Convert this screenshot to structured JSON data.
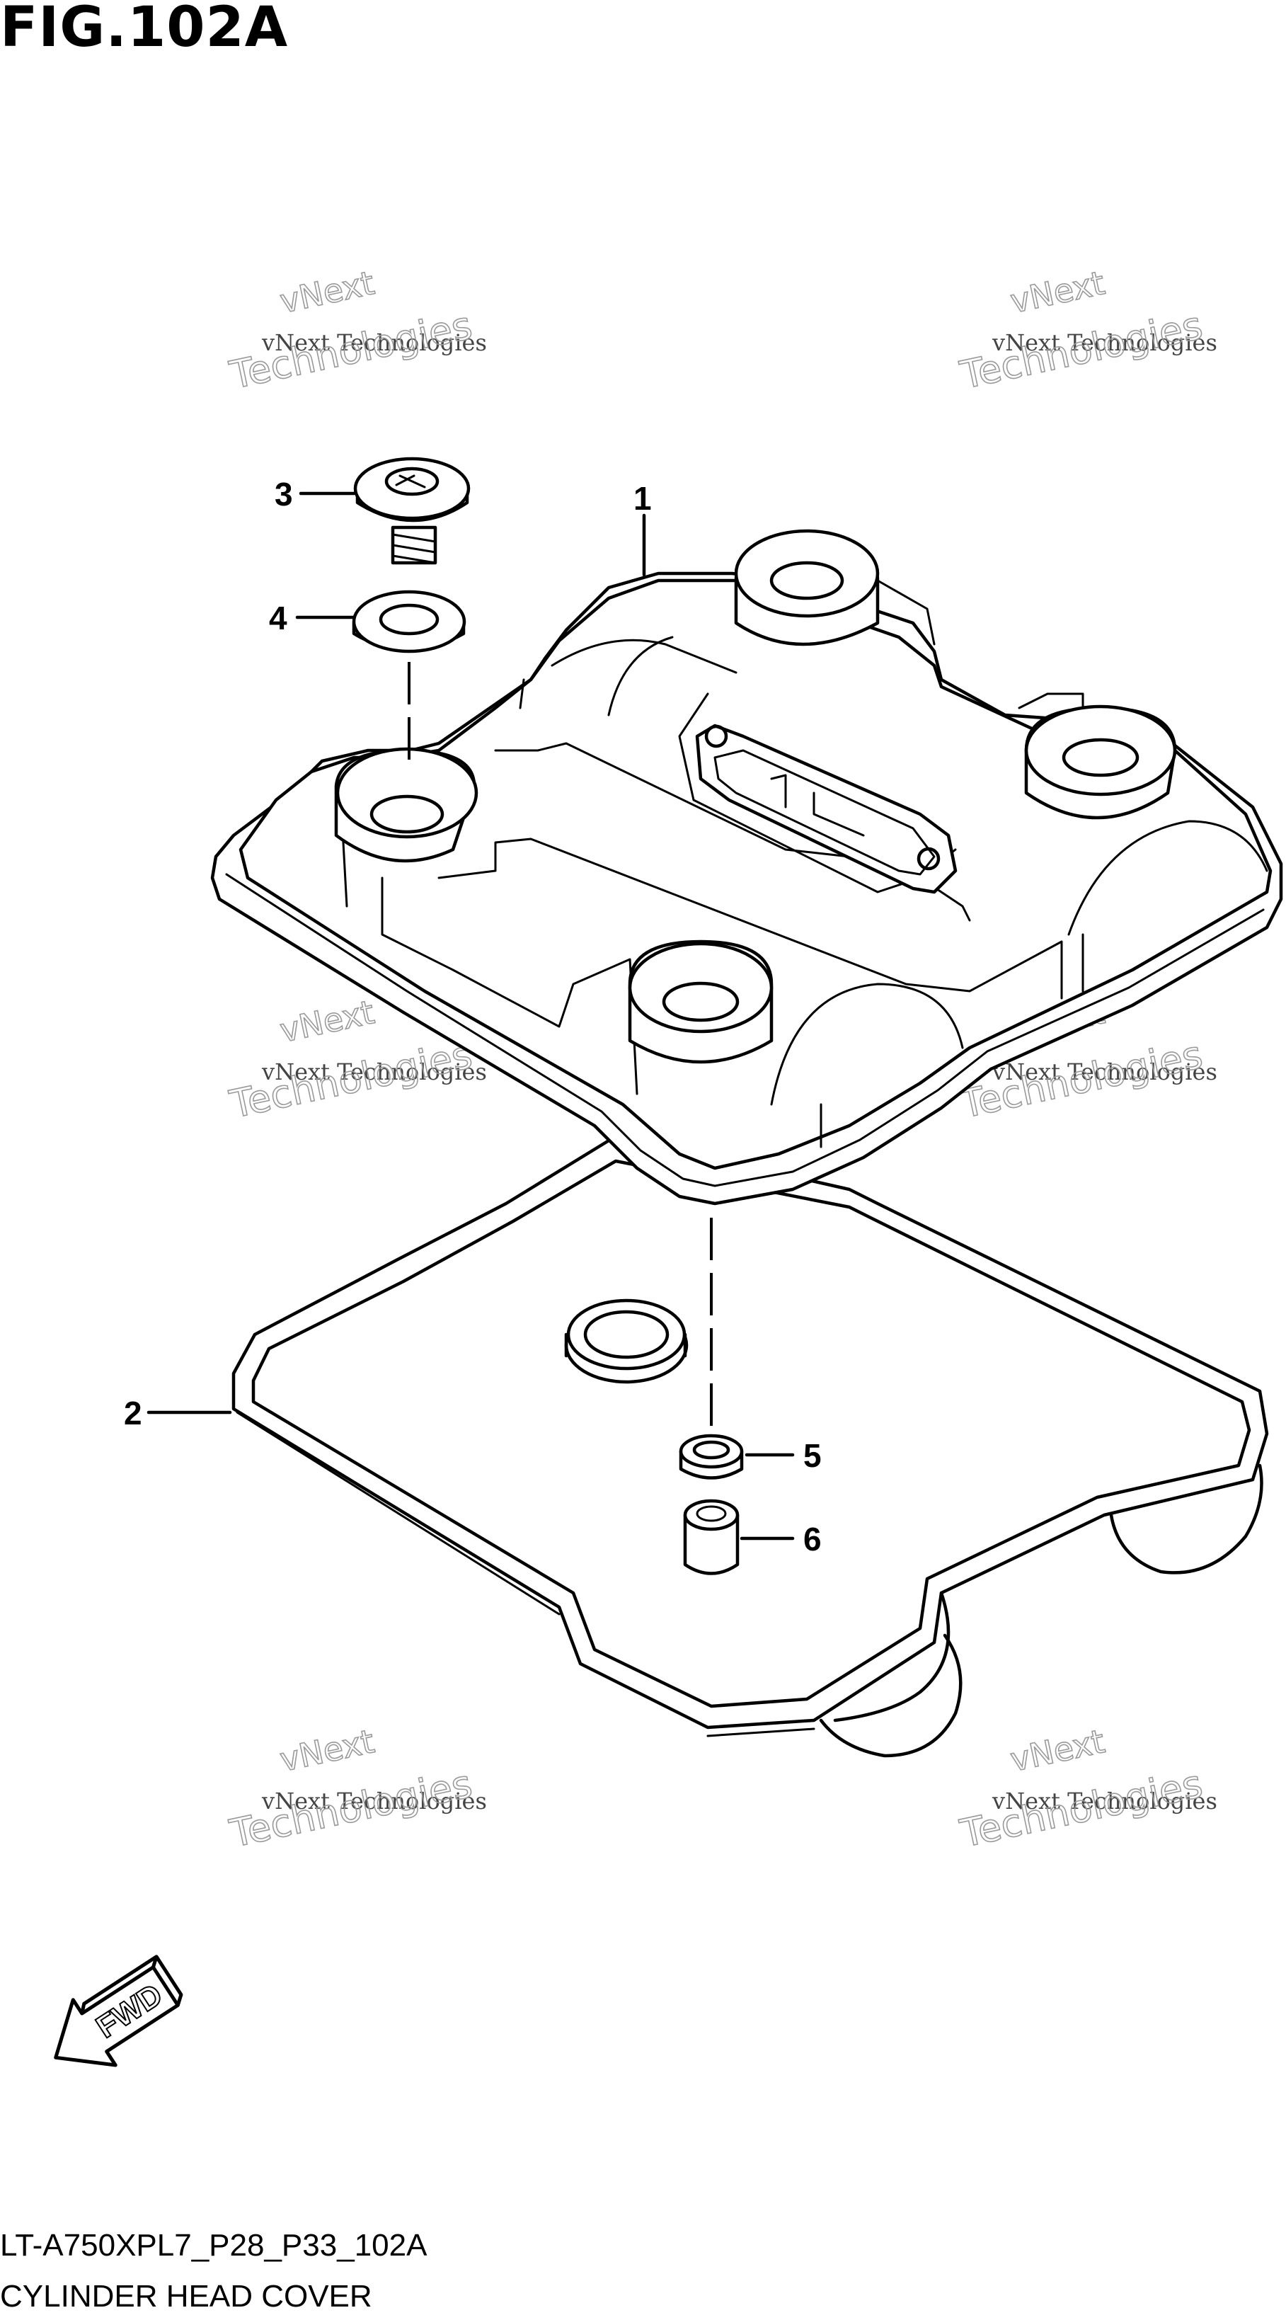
{
  "figure": {
    "title": "FIG.102A",
    "code": "LT-A750XPL7_P28_P33_102A",
    "name": "CYLINDER HEAD COVER"
  },
  "callouts": [
    {
      "number": "1"
    },
    {
      "number": "2"
    },
    {
      "number": "3"
    },
    {
      "number": "4"
    },
    {
      "number": "5"
    },
    {
      "number": "6"
    }
  ],
  "watermark": {
    "line0": "vNext",
    "line1": "vNext Technologies",
    "line2": "Technologies"
  },
  "direction_arrow": {
    "label": "FWD",
    "icon": "forward-arrow-icon"
  },
  "colors": {
    "line": "#000000",
    "background": "#ffffff",
    "watermark": "#9a9a9a"
  }
}
